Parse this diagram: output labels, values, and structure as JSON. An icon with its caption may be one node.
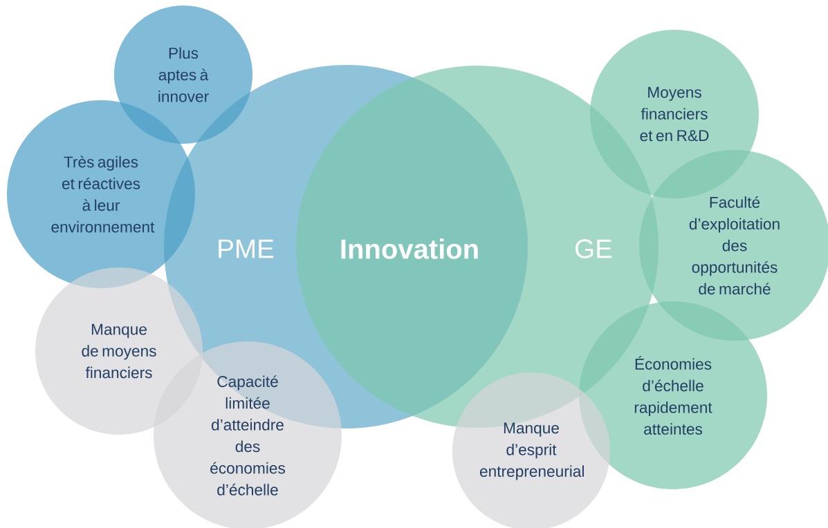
{
  "diagram": {
    "nodes": [
      {
        "text": [
          "PME"
        ]
      },
      {
        "text": [
          "GE"
        ]
      },
      {
        "text": [
          "Plus aptes à innover"
        ]
      },
      {
        "text": [
          "Très agiles et réactives à leur environnement"
        ]
      },
      {
        "text": [
          "Manque de moyens financiers"
        ]
      },
      {
        "text": [
          "Capacité limitée d’atteindre des économies d’échelle"
        ]
      },
      {
        "text": [
          "Moyens financiers et en R&D"
        ]
      },
      {
        "text": [
          "Faculté d’exploitation des opportunités de marché"
        ]
      },
      {
        "text": [
          "Économies d’échelle rapidement atteintes"
        ]
      },
      {
        "text": [
          "Manque d’esprit entrepreneurial"
        ]
      }
    ],
    "labels": [
      "Innovation"
    ]
  }
}
